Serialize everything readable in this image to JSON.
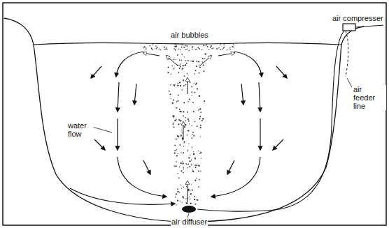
{
  "diagram": {
    "labels": [
      "air bubbles",
      "air compresser",
      "water flow",
      "air feeder line",
      "air diffuser"
    ]
  }
}
